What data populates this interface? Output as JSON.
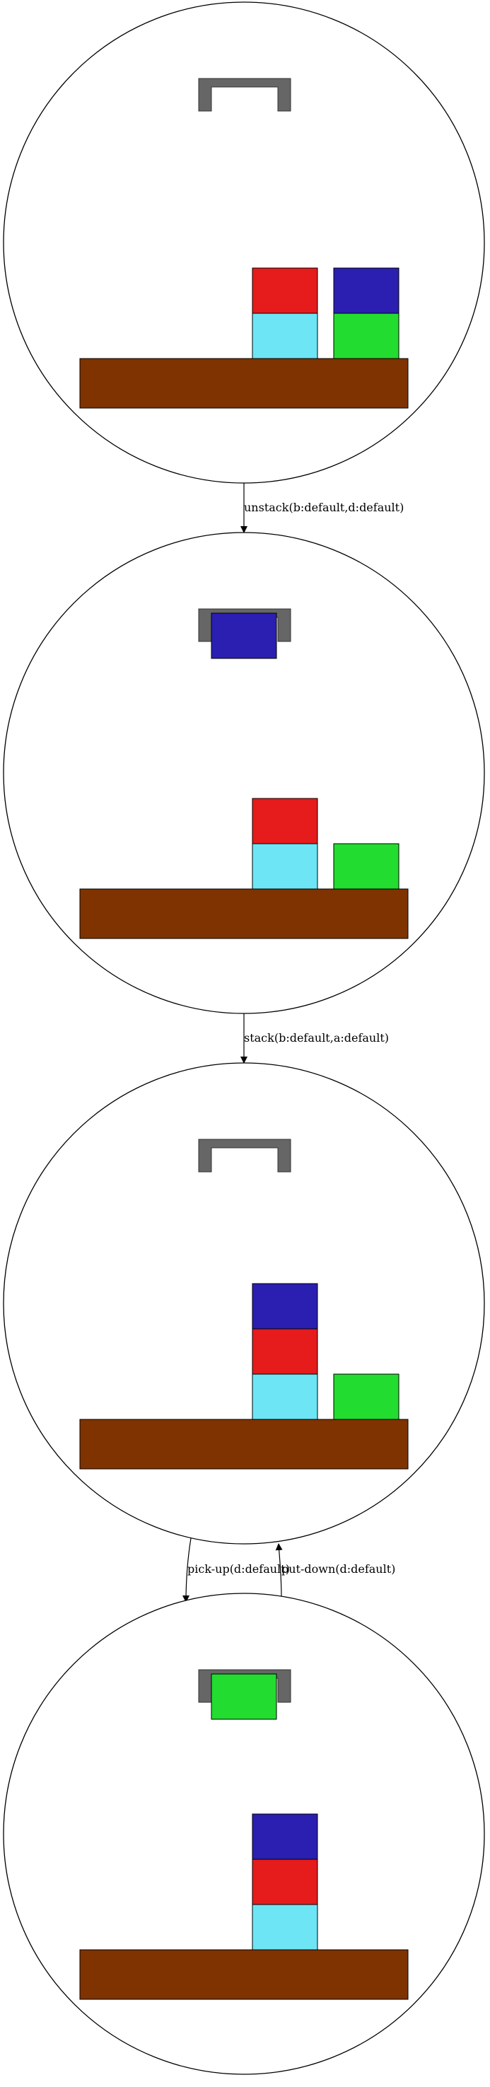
{
  "colors": {
    "table": "#7f3300",
    "gripper": "#666666",
    "red": "#e61b1b",
    "cyan": "#6de5f5",
    "blue": "#2a1fb0",
    "green": "#23dc30",
    "outline": "#000000"
  },
  "states": [
    {
      "stacks": [
        [
          "cyan-block",
          "red-block"
        ],
        [
          "green-block",
          "blue-block"
        ]
      ],
      "held": null
    },
    {
      "stacks": [
        [
          "cyan-block",
          "red-block"
        ],
        [
          "green-block"
        ]
      ],
      "held": "blue-block"
    },
    {
      "stacks": [
        [
          "cyan-block",
          "red-block",
          "blue-block"
        ],
        [
          "green-block"
        ]
      ],
      "held": null
    },
    {
      "stacks": [
        [
          "cyan-block",
          "red-block",
          "blue-block"
        ]
      ],
      "held": "green-block"
    }
  ],
  "transitions": [
    {
      "from": 0,
      "to": 1,
      "label": "unstack(b:default,d:default)"
    },
    {
      "from": 1,
      "to": 2,
      "label": "stack(b:default,a:default)"
    },
    {
      "from": 2,
      "to": 3,
      "label": "pick-up(d:default)"
    },
    {
      "from": 3,
      "to": 2,
      "label": "put-down(d:default)"
    }
  ]
}
